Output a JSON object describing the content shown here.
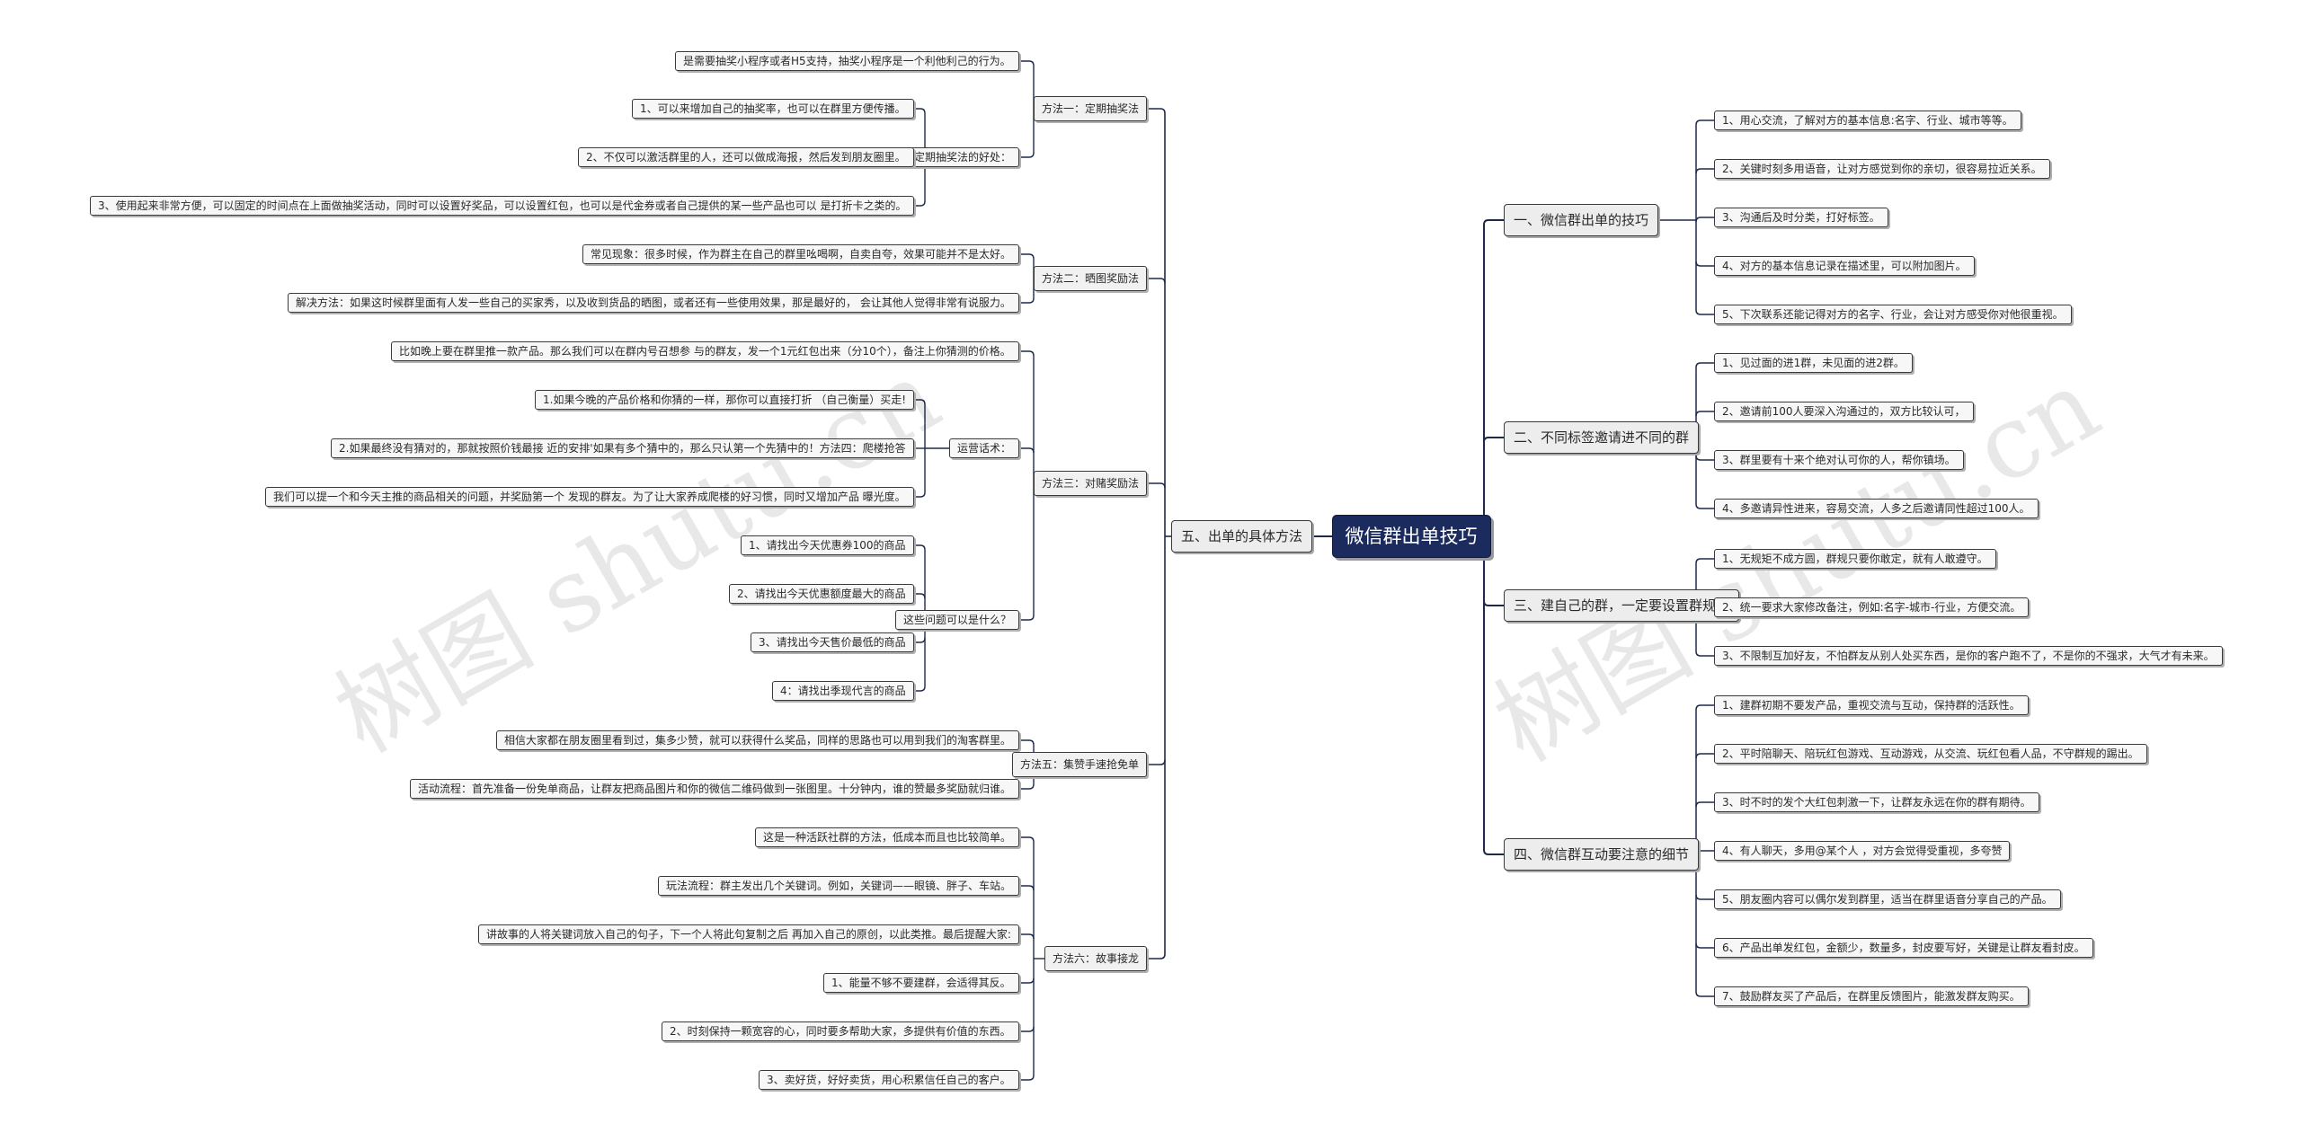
{
  "watermark": "树图 shutu.cn",
  "colors": {
    "root_bg": "#1c2b5e",
    "line": "#1e2a4a"
  },
  "root": {
    "label": "微信群出单技巧"
  },
  "right_branches": [
    {
      "label": "一、微信群出单的技巧",
      "children": [
        "1、用心交流，了解对方的基本信息:名字、行业、城市等等。",
        "2、关键时刻多用语音，让对方感觉到你的亲切，很容易拉近关系。",
        "3、沟通后及时分类，打好标签。",
        "4、对方的基本信息记录在描述里，可以附加图片。",
        "5、下次联系还能记得对方的名字、行业，会让对方感受你对他很重视。"
      ]
    },
    {
      "label": "二、不同标签邀请进不同的群",
      "children": [
        "1、见过面的进1群，未见面的进2群。",
        "2、邀请前100人要深入沟通过的，双方比较认可，",
        "3、群里要有十来个绝对认可你的人，帮你镇场。",
        "4、多邀请异性进来，容易交流，人多之后邀请同性超过100人。"
      ]
    },
    {
      "label": "三、建自己的群，一定要设置群规。",
      "children": [
        "1、无规矩不成方圆，群规只要你敢定，就有人敢遵守。",
        "2、统一要求大家修改备注，例如:名字-城市-行业，方便交流。",
        "3、不限制互加好友，不怕群友从别人处买东西，是你的客户跑不了，不是你的不强求，大气才有未来。"
      ]
    },
    {
      "label": "四、微信群互动要注意的细节",
      "children": [
        "1、建群初期不要发产品，重视交流与互动，保持群的活跃性。",
        "2、平时陪聊天、陪玩红包游戏、互动游戏，从交流、玩红包看人品，不守群规的踢出。",
        "3、时不时的发个大红包刺激一下，让群友永远在你的群有期待。",
        "4、有人聊天，多用@某个人 ，对方会觉得受重视，多夸赞",
        "5、朋友圈内容可以偶尔发到群里，适当在群里语音分享自己的产品。",
        "6、产品出单发红包，金额少，数量多，封皮要写好，关键是让群友看封皮。",
        "7、鼓励群友买了产品后，在群里反馈图片，能激发群友购买。"
      ]
    }
  ],
  "left_branch": {
    "label": "五、出单的具体方法",
    "methods": [
      {
        "label": "方法一：定期抽奖法",
        "children": [
          {
            "text": "是需要抽奖小程序或者H5支持，抽奖小程序是一个利他利己的行为。"
          },
          {
            "text": "定期抽奖法的好处：",
            "children": [
              "1、可以来增加自己的抽奖率，也可以在群里方便传播。",
              "2、不仅可以激活群里的人，还可以做成海报，然后发到朋友圈里。",
              "3、使用起来非常方便，可以固定的时间点在上面做抽奖活动，同时可以设置好奖品，可以设置红包，也可以是代金券或者自己提供的某一些产品也可以 是打折卡之类的。"
            ]
          }
        ]
      },
      {
        "label": "方法二：晒图奖励法",
        "children": [
          {
            "text": "常见现象：很多时候，作为群主在自己的群里吆喝啊，自卖自夸，效果可能并不是太好。"
          },
          {
            "text": "解决方法：如果这时候群里面有人发一些自己的买家秀，以及收到货品的晒图，或者还有一些使用效果，那是最好的， 会让其他人觉得非常有说服力。"
          }
        ]
      },
      {
        "label": "方法三：对赌奖励法",
        "children": [
          {
            "text": "比如晚上要在群里推一款产品。那么我们可以在群内号召想参 与的群友，发一个1元红包出来（分10个），备注上你猜测的价格。"
          },
          {
            "text": "运营话术：",
            "children": [
              "1.如果今晚的产品价格和你猜的一样，那你可以直接打折 （自己衡量）买走!",
              "2.如果最终没有猜对的，那就按照价钱最接 近的安排'如果有多个猜中的，那么只认第一个先猜中的！方法四：爬楼抢答",
              "我们可以提一个和今天主推的商品相关的问题，并奖励第一个 发现的群友。为了让大家养成爬楼的好习惯，同时又增加产品 曝光度。"
            ]
          },
          {
            "text": "这些问题可以是什么？",
            "children": [
              "1、请找出今天优惠券100的商品",
              "2、请找出今天优惠额度最大的商品",
              "3、请找出今天售价最低的商品",
              "4：请找出季现代言的商品"
            ]
          }
        ]
      },
      {
        "label": "方法五：集赞手速抢免单",
        "children": [
          {
            "text": "相信大家都在朋友圈里看到过，集多少赞，就可以获得什么奖品，同样的思路也可以用到我们的淘客群里。"
          },
          {
            "text": "活动流程：首先准备一份免单商品，让群友把商品图片和你的微信二维码做到一张图里。十分钟内，谁的赞最多奖励就归谁。"
          }
        ]
      },
      {
        "label": "方法六：故事接龙",
        "children": [
          {
            "text": "这是一种活跃社群的方法，低成本而且也比较简单。"
          },
          {
            "text": "玩法流程：群主发出几个关键词。例如，关键词——眼镜、胖子、车站。"
          },
          {
            "text": "讲故事的人将关键词放入自己的句子，下一个人将此句复制之后 再加入自己的原创，以此类推。最后提醒大家:"
          },
          {
            "text": "1、能量不够不要建群，会适得其反。"
          },
          {
            "text": "2、时刻保持一颗宽容的心，同时要多帮助大家，多提供有价值的东西。"
          },
          {
            "text": "3、卖好货，好好卖货，用心积累信任自己的客户。"
          }
        ]
      }
    ]
  }
}
